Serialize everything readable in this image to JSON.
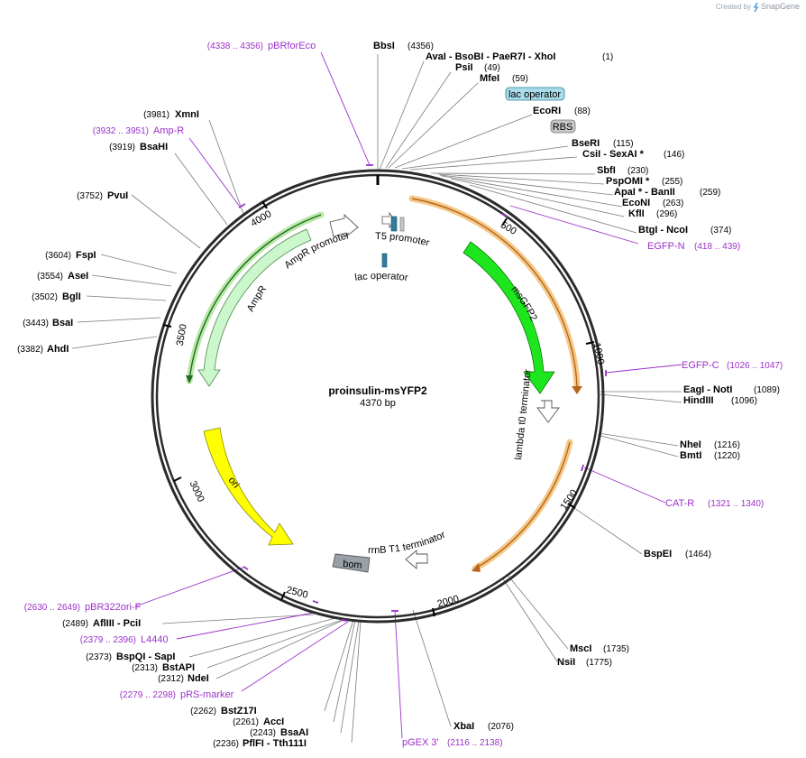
{
  "header": {
    "credit": "Created by",
    "brand": "SnapGene",
    "brand_icon": "snapgene-logo-icon"
  },
  "plasmid": {
    "name": "proinsulin-msYFP2",
    "size_label": "4370 bp",
    "length": 4370
  },
  "ticks": [
    "500",
    "1000",
    "1500",
    "2000",
    "2500",
    "3000",
    "3500",
    "4000"
  ],
  "enzymes": [
    {
      "name": "BbsI",
      "pos": "(4356)"
    },
    {
      "name": "AvaI   - BsoBI   - PaeR7I   - XhoI",
      "pos": "(1)"
    },
    {
      "name": "PsiI",
      "pos": "(49)"
    },
    {
      "name": "MfeI",
      "pos": "(59)"
    },
    {
      "name": "EcoRI",
      "pos": "(88)"
    },
    {
      "name": "BseRI",
      "pos": "(115)"
    },
    {
      "name": "CsiI   - SexAI *",
      "pos": "(146)"
    },
    {
      "name": "SbfI",
      "pos": "(230)"
    },
    {
      "name": "PspOMI *",
      "pos": "(255)"
    },
    {
      "name": "ApaI *  - BanII",
      "pos": "(259)"
    },
    {
      "name": "EcoNI",
      "pos": "(263)"
    },
    {
      "name": "KflI",
      "pos": "(296)"
    },
    {
      "name": "BtgI   - NcoI",
      "pos": "(374)"
    },
    {
      "name": "EagI   - NotI",
      "pos": "(1089)"
    },
    {
      "name": "HindIII",
      "pos": "(1096)"
    },
    {
      "name": "NheI",
      "pos": "(1216)"
    },
    {
      "name": "BmtI",
      "pos": "(1220)"
    },
    {
      "name": "BspEI",
      "pos": "(1464)"
    },
    {
      "name": "MscI",
      "pos": "(1735)"
    },
    {
      "name": "NsiI",
      "pos": "(1775)"
    },
    {
      "name": "XbaI",
      "pos": "(2076)"
    },
    {
      "name": "PflFI   - Tth111I",
      "pos": "(2236)"
    },
    {
      "name": "BsaAI",
      "pos": "(2243)"
    },
    {
      "name": "AccI",
      "pos": "(2261)"
    },
    {
      "name": "BstZ17I",
      "pos": "(2262)"
    },
    {
      "name": "NdeI",
      "pos": "(2312)"
    },
    {
      "name": "BstAPI",
      "pos": "(2313)"
    },
    {
      "name": "BspQI   - SapI",
      "pos": "(2373)"
    },
    {
      "name": "AflIII   - PciI",
      "pos": "(2489)"
    },
    {
      "name": "AhdI",
      "pos": "(3382)"
    },
    {
      "name": "BsaI",
      "pos": "(3443)"
    },
    {
      "name": "BglI",
      "pos": "(3502)"
    },
    {
      "name": "AseI",
      "pos": "(3554)"
    },
    {
      "name": "FspI",
      "pos": "(3604)"
    },
    {
      "name": "PvuI",
      "pos": "(3752)"
    },
    {
      "name": "BsaHI",
      "pos": "(3919)"
    },
    {
      "name": "XmnI",
      "pos": "(3981)"
    }
  ],
  "primers": [
    {
      "name": "pBRforEco",
      "pos": "(4338 .. 4356)"
    },
    {
      "name": "Amp-R",
      "pos": "(3932 .. 3951)"
    },
    {
      "name": "EGFP-N",
      "pos": "(418 .. 439)"
    },
    {
      "name": "EGFP-C",
      "pos": "(1026 .. 1047)"
    },
    {
      "name": "CAT-R",
      "pos": "(1321 .. 1340)"
    },
    {
      "name": "pGEX 3'",
      "pos": "(2116 .. 2138)"
    },
    {
      "name": "pRS-marker",
      "pos": "(2279 .. 2298)"
    },
    {
      "name": "L4440",
      "pos": "(2379 .. 2396)"
    },
    {
      "name": "pBR322ori-F",
      "pos": "(2630 .. 2649)"
    }
  ],
  "features": {
    "lac_operator_box": "lac operator",
    "rbs_box": "RBS",
    "lac_operator": "lac operator",
    "t5_promoter": "T5 promoter",
    "msgfp2": "msGFP2",
    "lambda_t0": "lambda t0 terminator",
    "rrnb_t1": "rrnB T1 terminator",
    "bom": "bom",
    "ori": "ori",
    "ampr": "AmpR",
    "ampr_promoter": "AmpR promoter"
  },
  "colors": {
    "backbone": "#2b2b2b",
    "msgfp2": "#1ee61e",
    "ampr": "#ccf7cc",
    "ori": "#ffff00",
    "terminator": "#ffffff",
    "bom": "#9aa0a8",
    "promoter_box": "#2f7ea0",
    "lac_box": "#a9dbe8",
    "rbs_box": "#c8c8c8",
    "orf_highlight": "#f5c987",
    "primer": "#9b30c9"
  }
}
